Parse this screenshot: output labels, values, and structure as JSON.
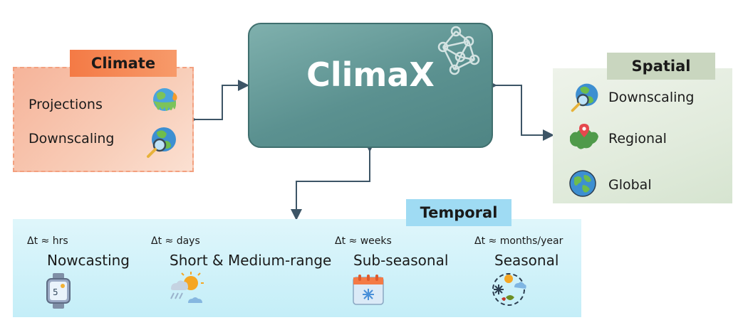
{
  "center": {
    "title": "ClimaX"
  },
  "climate": {
    "header": "Climate",
    "items": [
      {
        "label": "Projections",
        "icon": "melting-earth-icon"
      },
      {
        "label": "Downscaling",
        "icon": "globe-magnifier-icon"
      }
    ]
  },
  "spatial": {
    "header": "Spatial",
    "items": [
      {
        "label": "Downscaling",
        "icon": "globe-magnifier-icon"
      },
      {
        "label": "Regional",
        "icon": "map-pin-region-icon"
      },
      {
        "label": "Global",
        "icon": "globe-icon"
      }
    ]
  },
  "temporal": {
    "header": "Temporal",
    "items": [
      {
        "dt": "Δt ≈ hrs",
        "label": "Nowcasting",
        "icon": "smartwatch-weather-icon"
      },
      {
        "dt": "Δt ≈ days",
        "label": "Short & Medium-range",
        "icon": "sun-cloud-rain-icon"
      },
      {
        "dt": "Δt ≈ weeks",
        "label": "Sub-seasonal",
        "icon": "calendar-snow-icon"
      },
      {
        "dt": "Δt ≈ months/year",
        "label": "Seasonal",
        "icon": "seasons-cycle-icon"
      }
    ]
  },
  "colors": {
    "center_fill": "#5b9190",
    "climate_header": "#f47a45",
    "spatial_header": "#c9d6bf",
    "temporal_header": "#9fdbf3",
    "arrow": "#3d5566"
  }
}
